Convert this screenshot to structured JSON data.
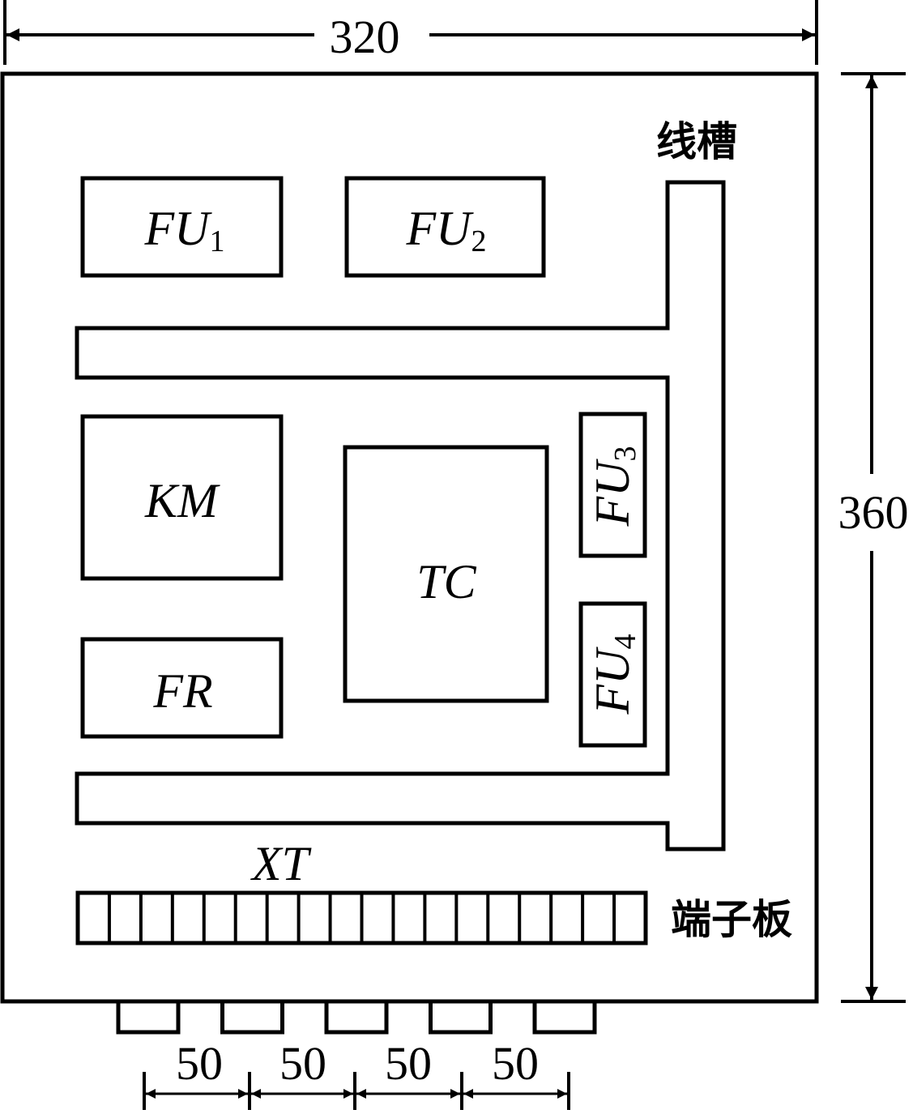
{
  "dimensions": {
    "width": "320",
    "height": "360",
    "spacing": [
      "50",
      "50",
      "50",
      "50"
    ]
  },
  "labels": {
    "wire_duct": "线槽",
    "terminal_board": "端子板",
    "terminal_xt": "XT"
  },
  "components": {
    "fu1": {
      "main": "FU",
      "sub": "1"
    },
    "fu2": {
      "main": "FU",
      "sub": "2"
    },
    "fu3": {
      "main": "FU",
      "sub": "3"
    },
    "fu4": {
      "main": "FU",
      "sub": "4"
    },
    "km": "KM",
    "tc": "TC",
    "fr": "FR"
  },
  "terminal_block": {
    "cell_count": 18
  },
  "bottom_entries": {
    "count": 5
  },
  "colors": {
    "line": "#000000",
    "background": "#ffffff"
  }
}
